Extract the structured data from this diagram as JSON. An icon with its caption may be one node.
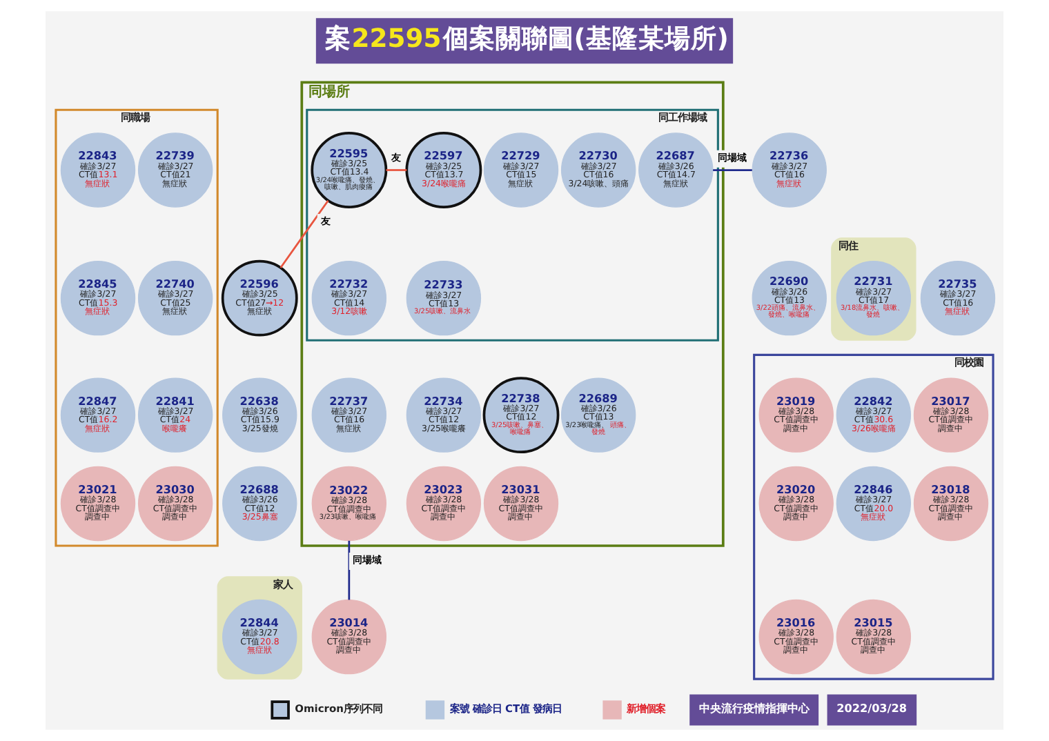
{
  "diagram": {
    "title": "案22595個案關聯圖(基隆某場所)",
    "nodes": [
      {
        "text": [
          "同場所"
        ]
      },
      {
        "text": [
          "同職場"
        ]
      },
      {
        "text": [
          "22843",
          "確診3/27",
          "CT值13.1",
          "無症狀"
        ],
        "in": 1
      },
      {
        "text": [
          "22739",
          "確診3/27",
          "CT值21",
          "無症狀"
        ],
        "in": 1
      },
      {
        "text": [
          "同工作場域"
        ],
        "in": 0
      },
      {
        "text": [
          "22595",
          "確診3/25",
          "CT值13.4",
          "3/24喉嚨痛、發燒、咳嗽、肌肉痠痛"
        ],
        "in": 4
      },
      {
        "text": [
          "22597",
          "確診3/25",
          "CT值13.7",
          "3/24喉嚨痛"
        ],
        "in": 4
      },
      {
        "text": [
          "22729",
          "確診3/27",
          "CT值15",
          "無症狀"
        ],
        "in": 4
      },
      {
        "text": [
          "22730",
          "確診3/27",
          "CT值16",
          "3/24咳嗽、頭痛"
        ],
        "in": 4
      },
      {
        "text": [
          "22687",
          "確診3/26",
          "CT值14.7",
          "無症狀"
        ],
        "in": 4
      },
      {
        "text": [
          "22736",
          "確診3/27",
          "CT值16",
          "無症狀"
        ]
      },
      {
        "text": [
          "22845",
          "確診3/27",
          "CT值15.3",
          "無症狀"
        ],
        "in": 1
      },
      {
        "text": [
          "22740",
          "確診3/27",
          "CT值25",
          "無症狀"
        ],
        "in": 1
      },
      {
        "text": [
          "22596",
          "確診3/25",
          "CT值27→12",
          "無症狀"
        ]
      },
      {
        "text": [
          "22732",
          "確診3/27",
          "CT值14",
          "3/12咳嗽"
        ],
        "in": 4
      },
      {
        "text": [
          "22733",
          "確診3/27",
          "CT值13",
          "3/25咳嗽、流鼻水"
        ],
        "in": 4
      },
      {
        "text": [
          "22737",
          "確診3/27",
          "CT值16",
          "無症狀"
        ],
        "in": 0
      },
      {
        "text": [
          "同住"
        ]
      },
      {
        "text": [
          "22690",
          "確診3/26",
          "CT值13",
          "3/22頭痛、流鼻水、發燒、喉嚨痛"
        ]
      },
      {
        "text": [
          "22731",
          "確診3/27",
          "CT值17",
          "3/18流鼻水、咳嗽、發燒"
        ],
        "in": 17
      },
      {
        "text": [
          "同校園"
        ]
      },
      {
        "text": [
          "22735",
          "確診3/27",
          "CT值16",
          "無症狀"
        ]
      },
      {
        "text": [
          "23016",
          "確診3/28",
          "CT值調查中",
          "調查中"
        ],
        "in": 20
      },
      {
        "text": [
          "22847",
          "確診3/27",
          "CT值16.2",
          "無症狀"
        ],
        "in": 1
      },
      {
        "text": [
          "22841",
          "確診3/27",
          "CT值24",
          "喉嚨癢"
        ],
        "in": 1
      },
      {
        "text": [
          "22638",
          "確診3/26",
          "CT值15.9",
          "3/25發燒"
        ]
      },
      {
        "text": [
          "家人"
        ]
      },
      {
        "text": [
          "22688",
          "確診3/26",
          "CT值12",
          "3/25鼻塞"
        ]
      },
      {
        "text": [
          "22734",
          "確診3/27",
          "CT值12",
          "3/25喉嚨癢"
        ],
        "in": 0
      },
      {
        "text": [
          "22738",
          "確診3/27",
          "CT值12",
          "3/25咳嗽、鼻塞、喉嚨痛"
        ],
        "in": 0
      },
      {
        "text": [
          "22689",
          "確診3/26",
          "CT值13",
          "3/23喉嚨痛、頭痛、發燒"
        ],
        "in": 0
      },
      {
        "text": [
          "23019",
          "確診3/28",
          "CT值調查中",
          "調查中"
        ],
        "in": 20
      },
      {
        "text": [
          "22842",
          "確診3/27",
          "CT值30.6",
          "3/26喉嚨痛"
        ],
        "in": 20
      },
      {
        "text": [
          "23017",
          "確診3/28",
          "CT值調查中",
          "調查中"
        ],
        "in": 20
      },
      {
        "text": [
          "23021",
          "確診3/28",
          "CT值調查中",
          "調查中"
        ],
        "in": 1
      },
      {
        "text": [
          "23030",
          "確診3/28",
          "CT值調查中",
          "調查中"
        ],
        "in": 1
      },
      {
        "text": [
          "22844",
          "確診3/27",
          "CT值20.8",
          "無症狀"
        ],
        "in": 26
      },
      {
        "text": [
          "23022",
          "確診3/28",
          "CT值調查中",
          "3/23咳嗽、喉嚨痛"
        ],
        "in": 0
      },
      {
        "text": [
          "23023",
          "確診3/28",
          "CT值調查中",
          "調查中"
        ],
        "in": 0
      },
      {
        "text": [
          "23031",
          "確診3/28",
          "CT值調查中",
          "調查中"
        ],
        "in": 0
      },
      {
        "text": [
          "23020",
          "確診3/28",
          "CT值調查中",
          "調查中"
        ],
        "in": 20
      },
      {
        "text": [
          "22846",
          "確診3/27",
          "CT值20.0",
          "無症狀"
        ],
        "in": 20
      },
      {
        "text": [
          "23018",
          "確診3/28",
          "CT值調查中",
          "調查中"
        ],
        "in": 20
      },
      {
        "text": [
          "23014",
          "確診3/28",
          "CT值調查中",
          "調查中"
        ]
      },
      {
        "text": [
          "23015",
          "確診3/28",
          "CT值調查中",
          "調查中"
        ],
        "in": 20
      }
    ],
    "edges": [
      {
        "from": 5,
        "to": 6,
        "arrow": "none",
        "label": "友",
        "color": "#e8553f"
      },
      {
        "from": 5,
        "to": 13,
        "arrow": "none",
        "label": "友",
        "color": "#e8553f"
      },
      {
        "from": 9,
        "to": 10,
        "arrow": "none",
        "label": "同場域",
        "color": "#1f2a8c"
      },
      {
        "from": 37,
        "to": 43,
        "arrow": "none",
        "label": "同場域",
        "color": "#1f2a8c"
      }
    ],
    "labels": [
      "中央流行疫情指揮中心",
      "2022/03/28"
    ],
    "legend": [
      {
        "text": "Omicron序列不同"
      },
      {
        "text": "案號 確診日 CT值 發病日",
        "color": "#b5c7df"
      },
      {
        "text": "新增個案",
        "color": "#e7b7b8"
      }
    ]
  }
}
